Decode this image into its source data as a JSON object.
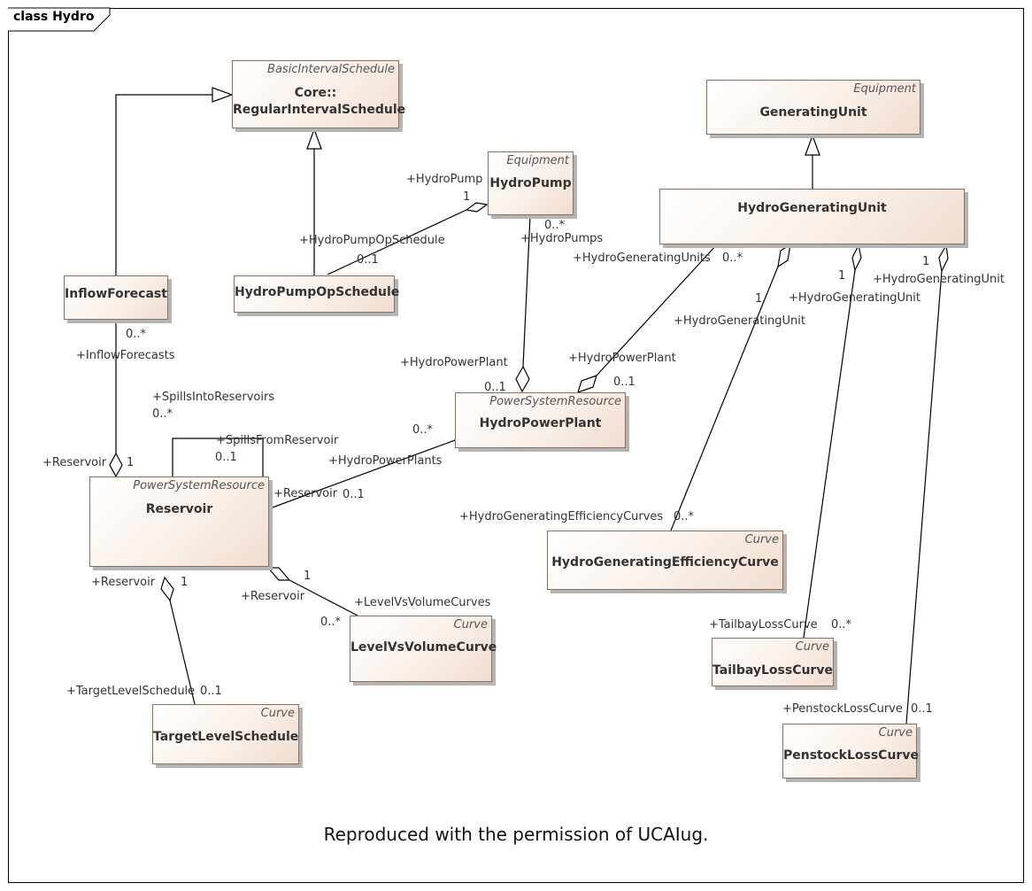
{
  "frame": {
    "title": "class Hydro"
  },
  "classes": {
    "regular_interval_schedule": {
      "stereotype": "BasicIntervalSchedule",
      "line1": "Core::",
      "line2": "RegularIntervalSchedule"
    },
    "generating_unit": {
      "stereotype": "Equipment",
      "name": "GeneratingUnit"
    },
    "hydro_pump": {
      "stereotype": "Equipment",
      "name": "HydroPump"
    },
    "hydro_generating_unit": {
      "stereotype": "",
      "name": "HydroGeneratingUnit"
    },
    "inflow_forecast": {
      "stereotype": "",
      "name": "InflowForecast"
    },
    "hydro_pump_op_schedule": {
      "stereotype": "",
      "name": "HydroPumpOpSchedule"
    },
    "hydro_power_plant": {
      "stereotype": "PowerSystemResource",
      "name": "HydroPowerPlant"
    },
    "reservoir": {
      "stereotype": "PowerSystemResource",
      "name": "Reservoir"
    },
    "hydro_generating_efficiency_curve": {
      "stereotype": "Curve",
      "name": "HydroGeneratingEfficiencyCurve"
    },
    "level_vs_volume_curve": {
      "stereotype": "Curve",
      "name": "LevelVsVolumeCurve"
    },
    "tailbay_loss_curve": {
      "stereotype": "Curve",
      "name": "TailbayLossCurve"
    },
    "target_level_schedule": {
      "stereotype": "Curve",
      "name": "TargetLevelSchedule"
    },
    "penstock_loss_curve": {
      "stereotype": "Curve",
      "name": "PenstockLossCurve"
    }
  },
  "labels": {
    "pump_role": "+HydroPump",
    "pump_mult": "1",
    "pump_opschedule_role": "+HydroPumpOpSchedule",
    "pump_opschedule_mult": "0..1",
    "pumps_mult": "0..*",
    "pumps_role": "+HydroPumps",
    "hgu_units_role": "+HydroGeneratingUnits",
    "hgu_units_mult": "0..*",
    "hgu_eff_mult": "1",
    "hgu_eff_role": "+HydroGeneratingUnit",
    "hgu_tail_mult": "1",
    "hgu_tail_role": "+HydroGeneratingUnit",
    "hgu_pen_mult": "1",
    "hgu_pen_role": "+HydroGeneratingUnit",
    "inflow_mult": "0..*",
    "inflow_role": "+InflowForecasts",
    "spills_into_role": "+SpillsIntoReservoirs",
    "spills_into_mult": "0..*",
    "spills_from_role": "+SpillsFromReservoir",
    "spills_from_mult": "0..1",
    "res_inflow_role": "+Reservoir",
    "res_inflow_mult": "1",
    "plant_from_pumps_role": "+HydroPowerPlant",
    "plant_from_pumps_mult": "0..1",
    "plant_from_units_role": "+HydroPowerPlant",
    "plant_from_units_mult": "0..1",
    "plants_mult": "0..*",
    "plants_role": "+HydroPowerPlants",
    "res_plant_role": "+Reservoir",
    "res_plant_mult": "0..1",
    "eff_curves_role": "+HydroGeneratingEfficiencyCurves",
    "eff_curves_mult": "0..*",
    "res_target_role": "+Reservoir",
    "res_target_mult": "1",
    "res_level_mult": "1",
    "res_level_role": "+Reservoir",
    "level_curves_role": "+LevelVsVolumeCurves",
    "level_curves_mult": "0..*",
    "tailbay_role": "+TailbayLossCurve",
    "tailbay_mult": "0..*",
    "target_role": "+TargetLevelSchedule",
    "target_mult": "0..1",
    "penstock_role": "+PenstockLossCurve",
    "penstock_mult": "0..1"
  },
  "caption": "Reproduced with the permission of UCAIug."
}
